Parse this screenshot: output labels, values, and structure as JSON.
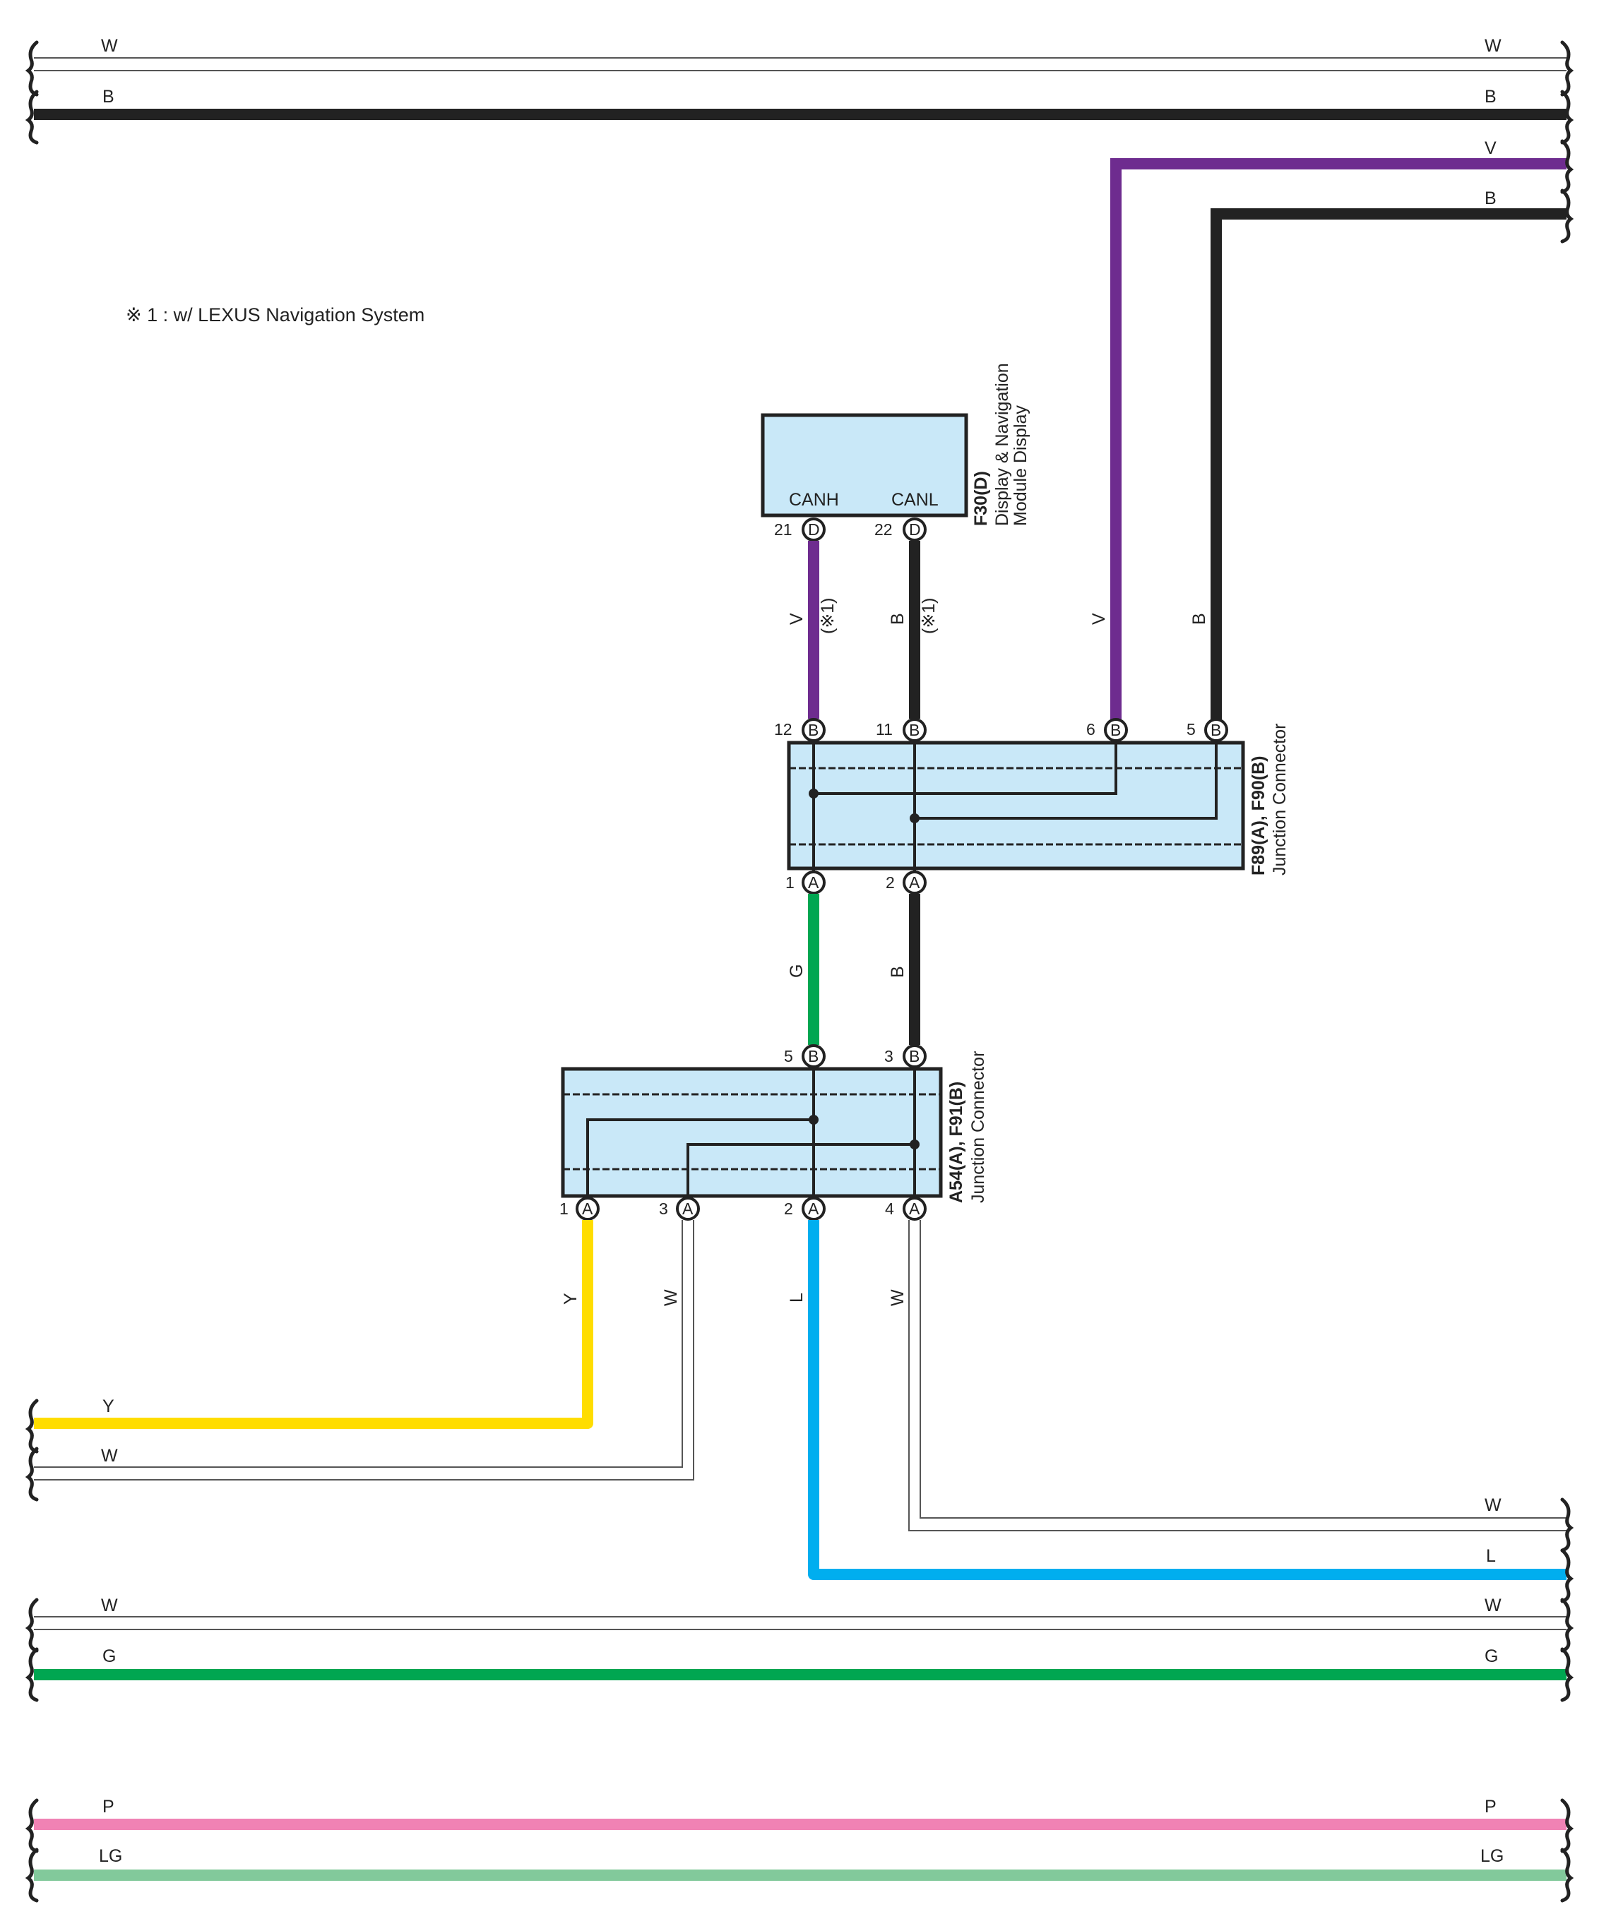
{
  "note": "※ 1 : w/ LEXUS Navigation System",
  "colors": {
    "V": "#6e2c8f",
    "B": "#222222",
    "W": "#ffffff",
    "G": "#00a651",
    "Y": "#ffdd00",
    "L": "#00aeef",
    "P": "#f082b4",
    "LG": "#82c99b",
    "box": "#c9e8f8"
  },
  "wires": {
    "top_w": "W",
    "top_b": "B",
    "right_v": "V",
    "right_b": "B",
    "y": "Y",
    "w": "W",
    "l": "L",
    "g": "G",
    "p": "P",
    "lg": "LG"
  },
  "display": {
    "ref": "F30(D)",
    "name1": "Display & Navigation",
    "name2": "Module Display",
    "canh": "CANH",
    "canl": "CANL",
    "pin_canh": "21",
    "pin_canl": "22",
    "pin_letter": "D"
  },
  "jc1": {
    "ref": "F89(A), F90(B)",
    "name": "Junction Connector",
    "top_pins": [
      "12",
      "11",
      "6",
      "5"
    ],
    "top_letter": "B",
    "bottom_pins": [
      "1",
      "2"
    ],
    "bottom_letter": "A"
  },
  "jc2": {
    "ref": "A54(A), F91(B)",
    "name": "Junction Connector",
    "top_pins": [
      "5",
      "3"
    ],
    "top_letter": "B",
    "bottom_pins": [
      "1",
      "3",
      "2",
      "4"
    ],
    "bottom_letter": "A"
  },
  "seg_labels": {
    "v1": "V",
    "b1": "B",
    "star": "(※1)",
    "v2": "V",
    "b2": "B",
    "g": "G",
    "b3": "B",
    "y": "Y",
    "w1": "W",
    "l": "L",
    "w2": "W"
  }
}
